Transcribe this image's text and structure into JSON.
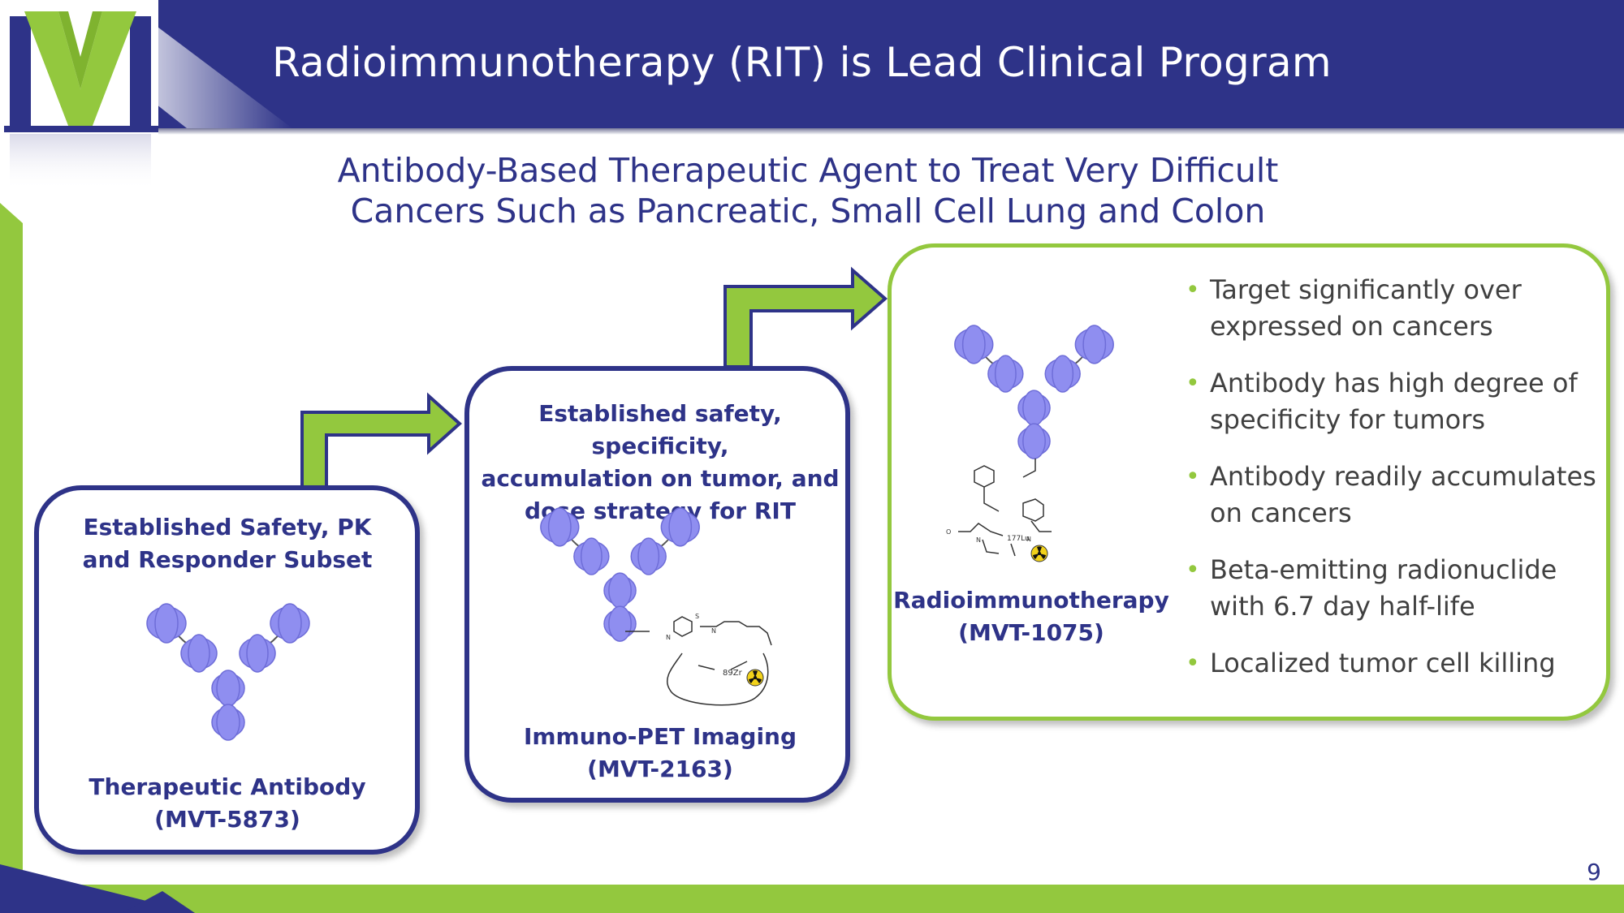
{
  "header": {
    "title": "Radioimmunotherapy (RIT) is Lead Clinical Program",
    "logo": "logo-m-icon"
  },
  "subtitle": {
    "line1": "Antibody-Based Therapeutic Agent to Treat Very Difficult",
    "line2": "Cancers Such as Pancreatic, Small Cell Lung and Colon"
  },
  "cards": {
    "therapeutic": {
      "top_line1": "Established Safety, PK",
      "top_line2": "and Responder Subset",
      "name": "Therapeutic Antibody",
      "code": "(MVT-5873)"
    },
    "pet": {
      "top_line1": "Established safety, specificity,",
      "top_line2": "accumulation on tumor, and",
      "top_line3": "dose strategy for RIT",
      "name": "Immuno-PET Imaging",
      "code": "(MVT-2163)",
      "isotope": "89Zr"
    },
    "rit": {
      "name": "Radioimmunotherapy",
      "code": "(MVT-1075)",
      "isotope": "177Lu",
      "bullets": [
        {
          "line1": "Target significantly over",
          "line2": "expressed on cancers"
        },
        {
          "line1": "Antibody has high degree of",
          "line2": "specificity for tumors"
        },
        {
          "line1": "Antibody readily accumulates",
          "line2": "on cancers"
        },
        {
          "line1": "Beta-emitting radionuclide",
          "line2": "with 6.7 day half-life"
        },
        {
          "line1": "Localized tumor cell killing",
          "line2": ""
        }
      ]
    }
  },
  "colors": {
    "navy": "#2e3388",
    "green": "#93c83e",
    "antibody": "#8f8ef0"
  },
  "page_number": "9"
}
